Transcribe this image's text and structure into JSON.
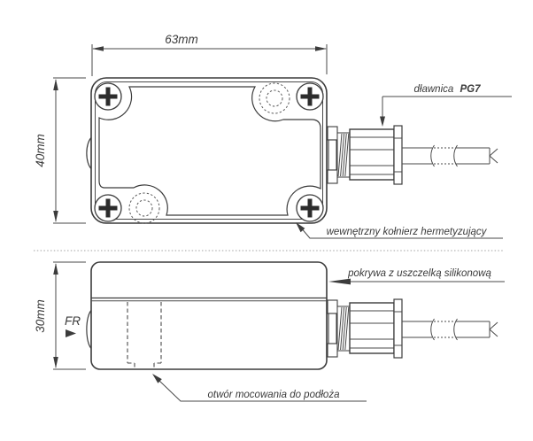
{
  "drawing": {
    "top_view_width_label": "63mm",
    "top_view_height_label": "40mm",
    "side_view_height_label": "30mm",
    "front_marker": "FR",
    "label_gland_prefix": "dławnica",
    "label_gland_bold": "PG7",
    "label_collar": "wewnętrzny kołnierz hermetyzujący",
    "label_cover": "pokrywa z uszczelką silikonową",
    "label_hole": "otwór mocowania do podłoża",
    "colors": {
      "line": "#3c3c3c",
      "separator_dotted": "#b5b5b5",
      "background": "#ffffff"
    }
  }
}
